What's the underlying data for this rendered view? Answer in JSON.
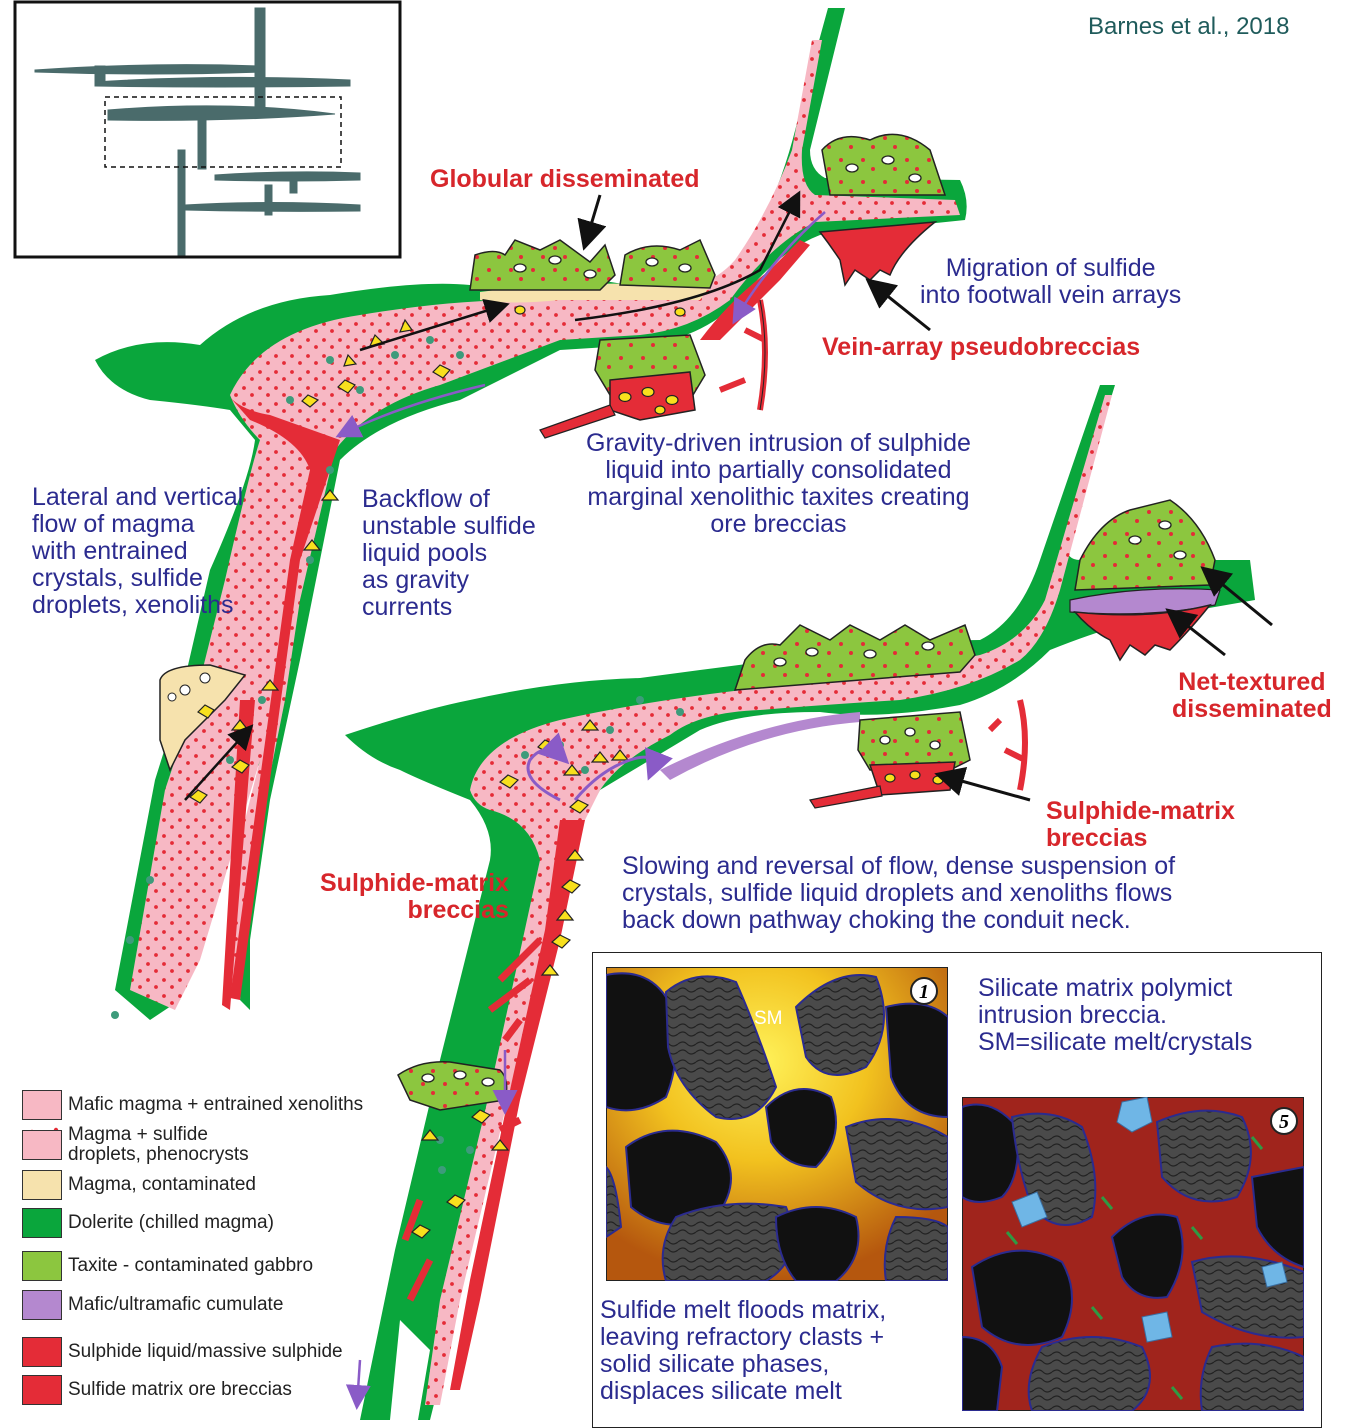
{
  "citation": "Barnes et al., 2018",
  "labels": {
    "globular": "Globular disseminated",
    "migration": "Migration of sulfide\ninto footwall vein arrays",
    "vein_array": "Vein-array pseudobreccias",
    "gravity": "Gravity-driven intrusion of sulphide\nliquid into partially consolidated\nmarginal xenolithic taxites creating\nore breccias",
    "lateral": "Lateral and vertical\nflow of magma\nwith entrained\ncrystals, sulfide\ndroplets, xenoliths",
    "backflow": "Backflow of\nunstable sulfide\nliquid pools\nas gravity\ncurrents",
    "net_textured": "Net-textured\ndisseminated",
    "sulphide_matrix_right": "Sulphide-matrix\nbreccias",
    "sulphide_matrix_left": "Sulphide-matrix\nbreccias",
    "slowing": "Slowing and reversal of flow, dense suspension of\ncrystals, sulfide liquid droplets and xenoliths flows\nback down pathway choking the conduit neck.",
    "silicate_matrix": "Silicate matrix polymict\nintrusion breccia.\nSM=silicate melt/crystals",
    "sulfide_floods": "Sulfide melt floods matrix,\nleaving refractory clasts +\nsolid silicate phases,\ndisplaces silicate melt",
    "sm": "SM",
    "panel1_number": "1",
    "panel5_number": "5"
  },
  "legend": [
    {
      "label": "Mafic magma + entrained xenoliths",
      "color": "#f7b8c4"
    },
    {
      "label": "Magma + sulfide\ndroplets, phenocrysts",
      "color": "#f7b8c4"
    },
    {
      "label": "Magma, contaminated",
      "color": "#f6e2ad"
    },
    {
      "label": "Dolerite (chilled magma)",
      "color": "#0aa63c"
    },
    {
      "label": "Taxite - contaminated gabbro",
      "color": "#8cc63f"
    },
    {
      "label": "Mafic/ultramafic cumulate",
      "color": "#b488cf"
    },
    {
      "label": "Sulphide liquid/massive sulphide",
      "color": "#e42c37"
    },
    {
      "label": "Sulfide matrix ore breccias",
      "color": "#e42c37"
    }
  ],
  "colors": {
    "pink": "#f7b8c4",
    "green": "#0aa63c",
    "lime": "#8cc63f",
    "red": "#e42c37",
    "cream": "#f6e2ad",
    "purple": "#b488cf",
    "inset_gray": "#4a6b6b",
    "label_blue": "#2b2b8f",
    "label_red": "#d7262b"
  }
}
